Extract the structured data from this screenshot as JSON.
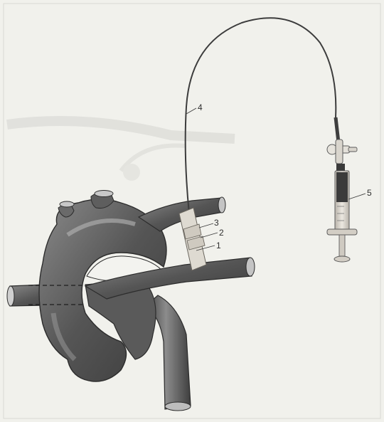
{
  "figure": {
    "labels": {
      "one": "1",
      "two": "2",
      "three": "3",
      "four": "4",
      "five": "5"
    },
    "colors": {
      "paper": "#efefea",
      "vessel_dark": "#444444",
      "vessel_mid": "#6d6d6d",
      "vessel_light": "#a9a9a9",
      "catheter": "#4a4a4a",
      "syringe_barrel": "#d6d2cb",
      "syringe_fill": "#3a3a3a",
      "sleeve": "#dcd8cf"
    },
    "icons": [
      "heart-aorta-illustration",
      "catheter-wire",
      "syringe-icon",
      "stopcock-icon"
    ]
  }
}
